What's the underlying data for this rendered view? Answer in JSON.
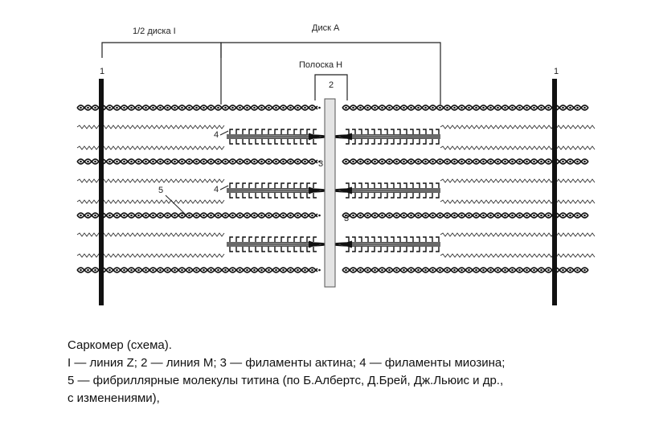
{
  "labels": {
    "half_disk_i": "1/2 диска I",
    "disk_a": "Диск А",
    "h_band": "Полоска Н",
    "z_left": "1",
    "z_right": "1",
    "m_line": "2",
    "actin_1": "3",
    "actin_2": "3",
    "myosin_1": "4",
    "myosin_2": "4",
    "titin": "5"
  },
  "caption": {
    "line1": "Саркомер (схема).",
    "line2": "I — линия Z; 2 — линия M; 3 — филаменты актина; 4 — филаменты миозина;",
    "line3": "5 — фибриллярные молекулы титина (по Б.Албертс, Д.Брей, Дж.Льюис и др.,",
    "line4": "с изменениями),"
  }
}
